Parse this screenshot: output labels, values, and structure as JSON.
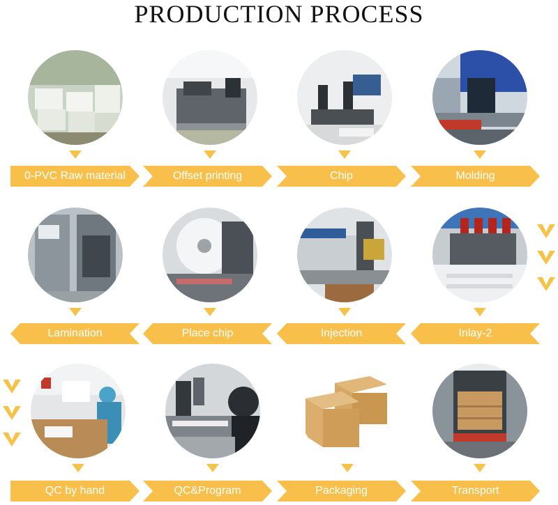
{
  "title": "PRODUCTION PROCESS",
  "colors": {
    "accent": "#f8c04a",
    "label_text": "#ffffff",
    "title_text": "#111111"
  },
  "steps": [
    {
      "label": "0-PVC Raw material",
      "photo": "stacked-pvc-sheets-warehouse"
    },
    {
      "label": "Offset printing",
      "photo": "offset-printing-machine"
    },
    {
      "label": "Chip",
      "photo": "chip-milling-machine"
    },
    {
      "label": "Molding",
      "photo": "molding-machine"
    },
    {
      "label": "Lamination",
      "photo": "lamination-press"
    },
    {
      "label": "Place chip",
      "photo": "chip-placement-reel-machine"
    },
    {
      "label": "Injection",
      "photo": "injection-machine"
    },
    {
      "label": "Inlay-2",
      "photo": "inlay-wire-embedding-machine"
    },
    {
      "label": "QC by hand",
      "photo": "manual-quality-check-workers"
    },
    {
      "label": "QC&Program",
      "photo": "qc-programming-machine"
    },
    {
      "label": "Packaging",
      "photo": "cardboard-boxes"
    },
    {
      "label": "Transport",
      "photo": "loaded-shipping-container"
    }
  ]
}
